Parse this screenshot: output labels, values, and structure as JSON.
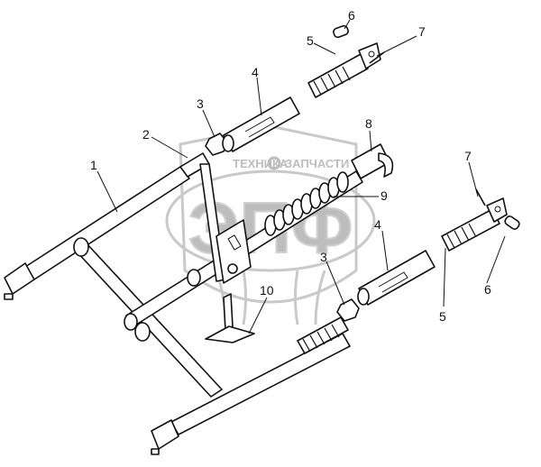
{
  "watermark": {
    "line1": "ТЕХНИКА",
    "line2": "ЗАПЧАСТИ",
    "mark": "ЭПФ",
    "gear": "gear-icon"
  },
  "callouts": [
    {
      "id": "c1",
      "text": "1"
    },
    {
      "id": "c2",
      "text": "2"
    },
    {
      "id": "c3a",
      "text": "3"
    },
    {
      "id": "c3b",
      "text": "3"
    },
    {
      "id": "c4a",
      "text": "4"
    },
    {
      "id": "c4b",
      "text": "4"
    },
    {
      "id": "c5a",
      "text": "5"
    },
    {
      "id": "c5b",
      "text": "5"
    },
    {
      "id": "c6a",
      "text": "6"
    },
    {
      "id": "c6b",
      "text": "6"
    },
    {
      "id": "c7a",
      "text": "7"
    },
    {
      "id": "c7b",
      "text": "7"
    },
    {
      "id": "c8",
      "text": "8"
    },
    {
      "id": "c9",
      "text": "9"
    },
    {
      "id": "c10",
      "text": "10"
    }
  ]
}
